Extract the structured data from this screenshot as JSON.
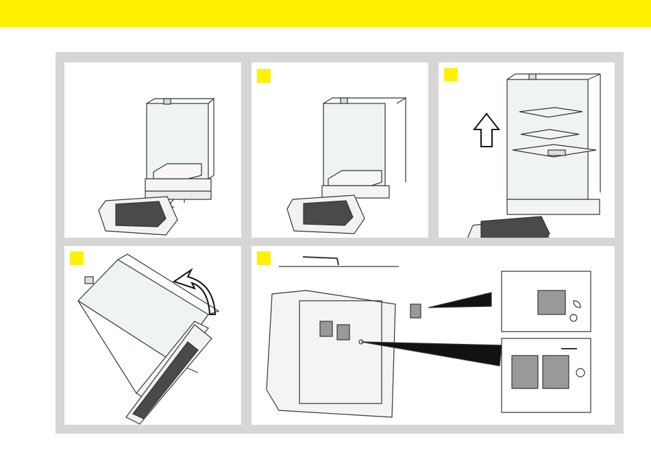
{
  "colors": {
    "header": "#fff200",
    "frame": "#d6d6d6",
    "step_badge": "#fff200",
    "line": "#333333"
  },
  "panels": [
    {
      "id": "panel-1",
      "step": "",
      "image": "balance-overview-illustration"
    },
    {
      "id": "panel-2",
      "step": "",
      "image": "balance-draft-shield-illustration"
    },
    {
      "id": "panel-3",
      "step": "",
      "image": "remove-weighing-pan-illustration"
    },
    {
      "id": "panel-4",
      "step": "",
      "image": "tilt-balance-illustration"
    },
    {
      "id": "panel-5",
      "step": "",
      "image": "rear-cover-plates-illustration"
    }
  ],
  "icons": {
    "up_arrow": "up-arrow-icon",
    "curved_arrow": "curved-arrow-icon",
    "hex_key": "hex-key-icon"
  }
}
